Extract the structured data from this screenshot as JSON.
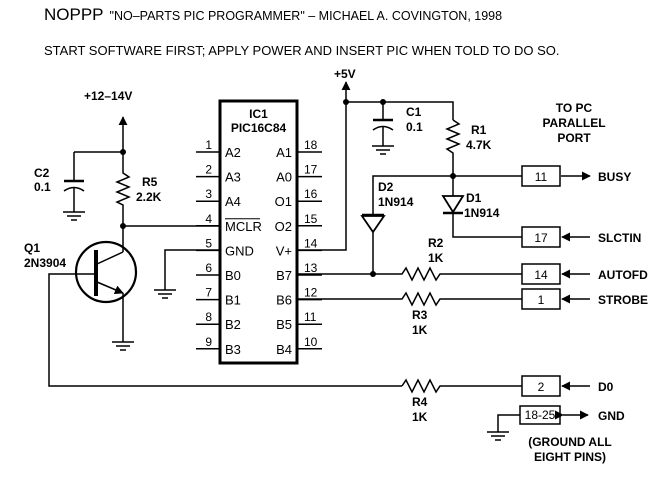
{
  "title": {
    "main": "NOPPP",
    "rest": "\"NO–PARTS PIC PROGRAMMER\" – MICHAEL A. COVINGTON, 1998"
  },
  "subtitle": "START SOFTWARE FIRST; APPLY POWER AND INSERT PIC WHEN TOLD TO DO SO.",
  "supplies": {
    "v12": "+12–14V",
    "v5": "+5V"
  },
  "ic": {
    "ref": "IC1",
    "part": "PIC16C84",
    "left_pins": [
      {
        "num": "1",
        "name": "A2"
      },
      {
        "num": "2",
        "name": "A3"
      },
      {
        "num": "3",
        "name": "A4"
      },
      {
        "num": "4",
        "name": "MCLR"
      },
      {
        "num": "5",
        "name": "GND"
      },
      {
        "num": "6",
        "name": "B0"
      },
      {
        "num": "7",
        "name": "B1"
      },
      {
        "num": "8",
        "name": "B2"
      },
      {
        "num": "9",
        "name": "B3"
      }
    ],
    "right_pins": [
      {
        "num": "18",
        "name": "A1"
      },
      {
        "num": "17",
        "name": "A0"
      },
      {
        "num": "16",
        "name": "O1"
      },
      {
        "num": "15",
        "name": "O2"
      },
      {
        "num": "14",
        "name": "V+"
      },
      {
        "num": "13",
        "name": "B7"
      },
      {
        "num": "12",
        "name": "B6"
      },
      {
        "num": "11",
        "name": "B5"
      },
      {
        "num": "10",
        "name": "B4"
      }
    ]
  },
  "components": {
    "c1": {
      "ref": "C1",
      "value": "0.1"
    },
    "c2": {
      "ref": "C2",
      "value": "0.1"
    },
    "r1": {
      "ref": "R1",
      "value": "4.7K"
    },
    "r2": {
      "ref": "R2",
      "value": "1K"
    },
    "r3": {
      "ref": "R3",
      "value": "1K"
    },
    "r4": {
      "ref": "R4",
      "value": "1K"
    },
    "r5": {
      "ref": "R5",
      "value": "2.2K"
    },
    "d1": {
      "ref": "D1",
      "value": "1N914"
    },
    "d2": {
      "ref": "D2",
      "value": "1N914"
    },
    "q1": {
      "ref": "Q1",
      "value": "2N3904"
    }
  },
  "port": {
    "heading": [
      "TO PC",
      "PARALLEL",
      "PORT"
    ],
    "connections": [
      {
        "pin": "11",
        "signal": "BUSY"
      },
      {
        "pin": "17",
        "signal": "SLCTIN"
      },
      {
        "pin": "14",
        "signal": "AUTOFD"
      },
      {
        "pin": "1",
        "signal": "STROBE"
      },
      {
        "pin": "2",
        "signal": "D0"
      },
      {
        "pin": "18-25",
        "signal": "GND"
      }
    ],
    "ground_note": [
      "(GROUND ALL",
      "EIGHT PINS)"
    ]
  }
}
